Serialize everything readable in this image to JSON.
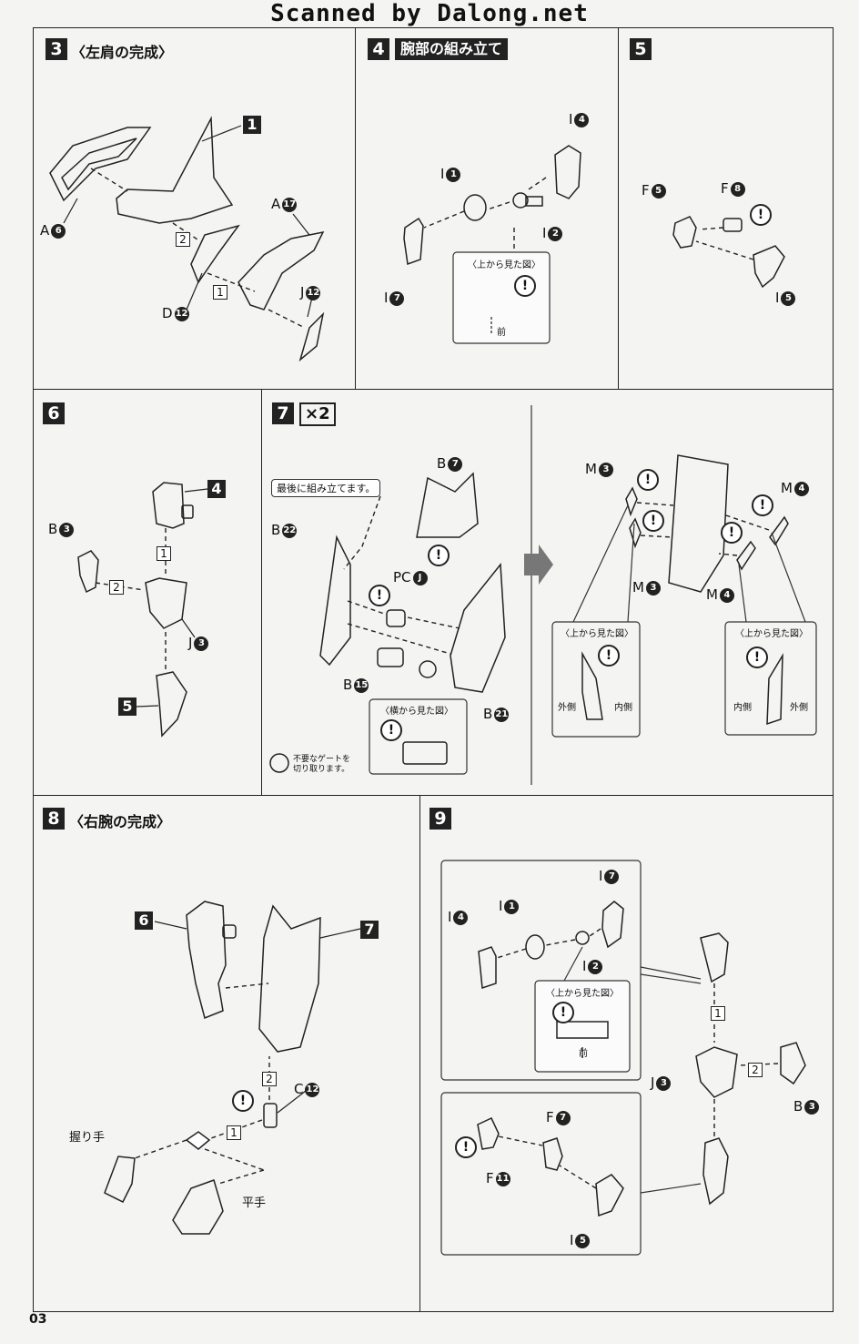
{
  "header": {
    "scan_credit": "Scanned by Dalong.net"
  },
  "page_number": "03",
  "steps": {
    "s3": {
      "num": "3",
      "title": "〈左肩の完成〉"
    },
    "s4": {
      "num": "4",
      "title": "腕部の組み立て"
    },
    "s5": {
      "num": "5"
    },
    "s6": {
      "num": "6"
    },
    "s7": {
      "num": "7",
      "multiplier": "×2",
      "callout": "最後に組み立てます。"
    },
    "s8": {
      "num": "8",
      "title": "〈右腕の完成〉"
    },
    "s9": {
      "num": "9"
    }
  },
  "views": {
    "top_view": "〈上から見た図〉",
    "side_view": "〈横から見た図〉",
    "front": "前",
    "inner": "内側",
    "outer": "外側"
  },
  "legend": {
    "gate_cut": "不要なゲートを切り取ります。"
  },
  "hands": {
    "grip": "握り手",
    "open": "平手"
  },
  "parts": {
    "A": "A",
    "B": "B",
    "C": "C",
    "D": "D",
    "F": "F",
    "I": "I",
    "J": "J",
    "M": "M",
    "PC": "PC",
    "n1": "1",
    "n2": "2",
    "n3": "3",
    "n4": "4",
    "n5": "5",
    "n6": "6",
    "n7": "7",
    "n8": "8",
    "n11": "11",
    "n12": "12",
    "n15": "15",
    "n17": "17",
    "n21": "21",
    "n22": "22"
  },
  "markers": {
    "caution": "!",
    "step1": "1",
    "step2": "2",
    "big1": "1",
    "big4": "4",
    "big5": "5",
    "big6": "6",
    "big7": "7"
  }
}
